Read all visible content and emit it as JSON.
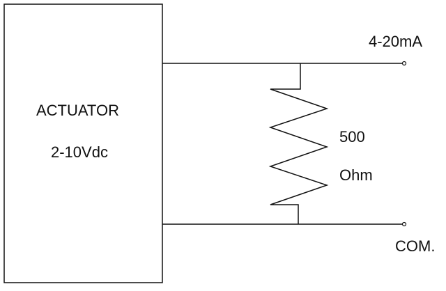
{
  "actuator": {
    "title": "ACTUATOR",
    "voltage": "2-10Vdc"
  },
  "resistor": {
    "value": "500",
    "unit": "Ohm"
  },
  "terminals": {
    "signal": "4-20mA",
    "common": "COM."
  }
}
